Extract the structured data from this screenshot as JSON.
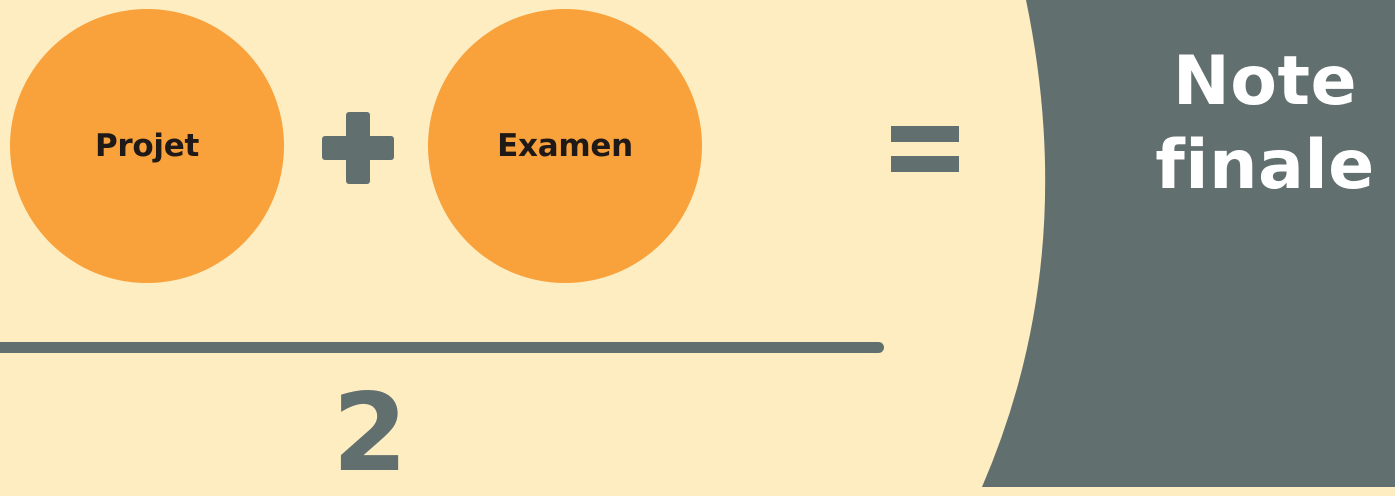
{
  "formula": {
    "operand_1": "Projet",
    "operator_plus": "+",
    "operand_2": "Examen",
    "divisor": "2",
    "operator_equals": "=",
    "result": "Note finale"
  },
  "colors": {
    "background": "#fdedc1",
    "circle_fill": "#f9a13a",
    "operator_color": "#616f6e",
    "result_panel": "#616f6e",
    "label_text": "#1f1a17",
    "result_text": "#ffffff"
  }
}
